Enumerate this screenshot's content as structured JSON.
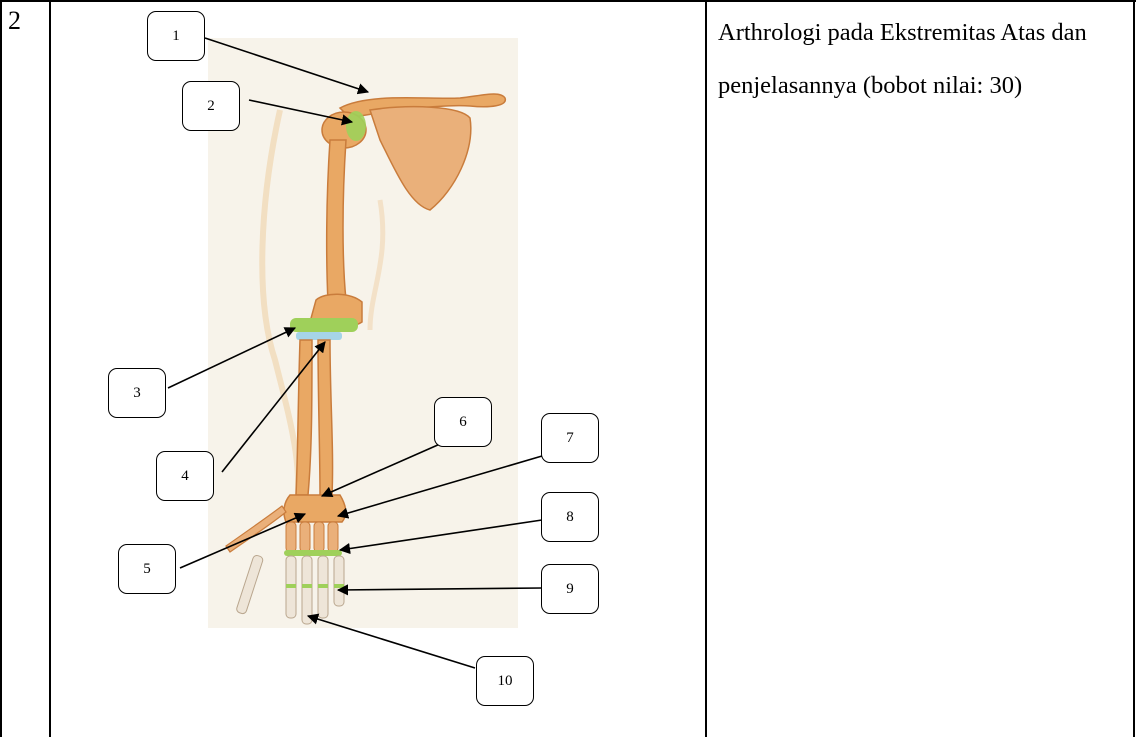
{
  "row_number": "2",
  "description": "Arthrologi pada Ekstremitas Atas dan penjelasannya (bobot nilai: 30)",
  "labels": [
    "1",
    "2",
    "3",
    "4",
    "5",
    "6",
    "7",
    "8",
    "9",
    "10"
  ],
  "colors": {
    "bone": "#e9a864",
    "bone_dark": "#c97c3c",
    "cartilage": "#9fd05a",
    "background_panel": "#f7f3ea"
  }
}
